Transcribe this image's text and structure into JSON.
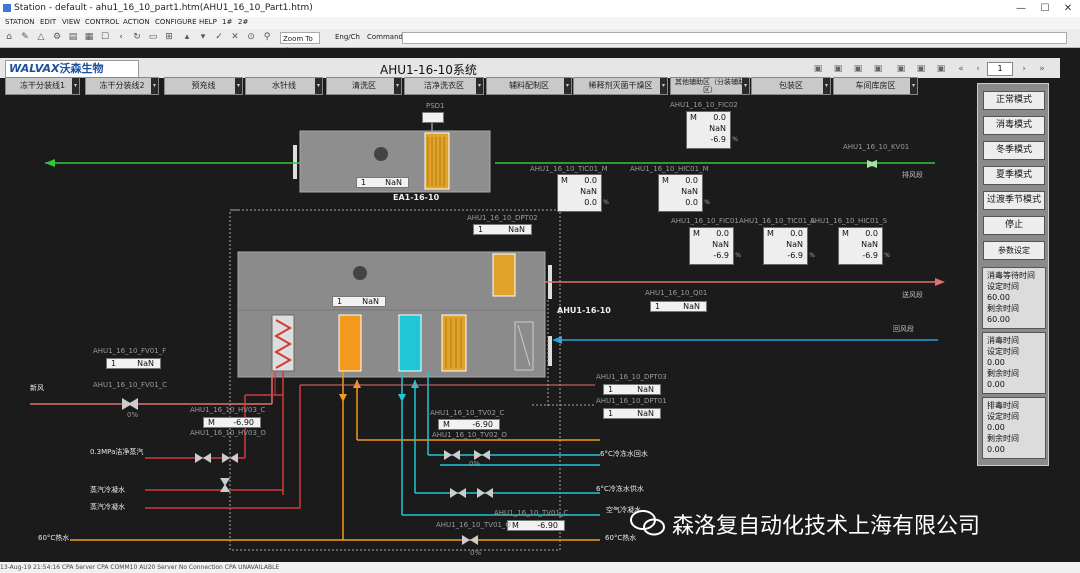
{
  "window": {
    "title": "Station - default - ahu1_16_10_part1.htm(AHU1_16_10_Part1.htm)",
    "min": "—",
    "max": "☐",
    "close": "✕"
  },
  "menu": [
    "STATION",
    "EDIT",
    "VIEW",
    "CONTROL",
    "ACTION",
    "CONFIGURE",
    "HELP",
    "1#",
    "2#"
  ],
  "toolbar": {
    "zoom": "Zoom To Fi",
    "lang": "Eng/Ch",
    "command_label": "Command"
  },
  "header": {
    "logo_en": "WALVAX",
    "logo_cn": "沃森生物",
    "title": "AHU1-16-10系统",
    "page": "1"
  },
  "tabs": [
    "冻干分装线1",
    "冻干分装线2",
    "预充线",
    "水针线",
    "清洗区",
    "洁净洗衣区",
    "辅料配制区",
    "稀释剂灭菌干燥区",
    "其他辅助区（分装辅助区）",
    "包装区",
    "车间库房区"
  ],
  "modes": [
    "正常模式",
    "消毒模式",
    "冬季模式",
    "夏季模式",
    "过渡季节模式",
    "停止",
    "参数设定"
  ],
  "timers": [
    {
      "title": "消毒等待时间",
      "set_label": "设定时间",
      "set": "60.00",
      "rem_label": "剩余时间",
      "rem": "60.00"
    },
    {
      "title": "消毒时间",
      "set_label": "设定时间",
      "set": "0.00",
      "rem_label": "剩余时间",
      "rem": "0.00"
    },
    {
      "title": "排毒时间",
      "set_label": "设定时间",
      "set": "0.00",
      "rem_label": "剩余时间",
      "rem": "0.00"
    }
  ],
  "diagram": {
    "ea_name": "EA1-16-10",
    "ahu_name": "AHU1-16-10",
    "psd1": "PSD1",
    "fic02": {
      "tag": "AHU1_16_10_FIC02",
      "m": "M",
      "v1": "0.0",
      "v2": "NaN",
      "v3": "-6.9",
      "pct": "%"
    },
    "kv01": "AHU1_16_10_KV01",
    "tic01_m": {
      "tag": "AHU1_16_10_TIC01_M",
      "m": "M",
      "v1": "0.0",
      "v2": "NaN",
      "v3": "0.0",
      "pct": "%"
    },
    "hic01_m": {
      "tag": "AHU1_16_10_HIC01_M",
      "m": "M",
      "v1": "0.0",
      "v2": "NaN",
      "v3": "0.0",
      "pct": "%"
    },
    "dpt02": {
      "tag": "AHU1_16_10_DPT02",
      "n": "1",
      "v": "NaN"
    },
    "fic01": {
      "tag": "AHU1_16_10_FIC01",
      "m": "M",
      "v1": "0.0",
      "v2": "NaN",
      "v3": "-6.9",
      "pct": "%"
    },
    "tic01_s": {
      "tag": "AHU1_16_10_TIC01_S",
      "m": "M",
      "v1": "0.0",
      "v2": "NaN",
      "v3": "-6.9",
      "pct": "%"
    },
    "hic01_s": {
      "tag": "AHU1_16_10_HIC01_S",
      "m": "M",
      "v1": "0.0",
      "v2": "NaN",
      "v3": "-6.9",
      "pct": "%"
    },
    "ea_fan": {
      "n": "1",
      "v": "NaN"
    },
    "ahu_fan": {
      "n": "1",
      "v": "NaN"
    },
    "q01": {
      "tag": "AHU1_16_10_Q01",
      "n": "1",
      "v": "NaN"
    },
    "fv01_f": {
      "tag": "AHU1_16_10_FV01_F",
      "n": "1",
      "v": "NaN"
    },
    "fv01_c": "AHU1_16_10_FV01_C",
    "fv_pct": "0%",
    "hv03_c": {
      "tag": "AHU1_16_10_HV03_C",
      "m": "M",
      "v": "-6.90"
    },
    "hv03_o": "AHU1_16_10_HV03_O",
    "tv02_c": {
      "tag": "AHU1_16_10_TV02_C",
      "m": "M",
      "v": "-6.90"
    },
    "tv02_o": "AHU1_16_10_TV02_O",
    "tv01_c": {
      "tag": "AHU1_16_10_TV01_C",
      "m": "M",
      "v": "-6.90"
    },
    "tv01_o": "AHU1_16_10_TV01_O",
    "dpt03": {
      "tag": "AHU1_16_10_DPT03",
      "n": "1",
      "v": "NaN"
    },
    "dpt01": {
      "tag": "AHU1_16_10_DPT01",
      "n": "1",
      "v": "NaN"
    },
    "pct0": "0%",
    "exhaust": "排风段",
    "supply": "送风段",
    "return": "回风段",
    "fresh": "新风",
    "steam": "0.3MPa洁净蒸汽",
    "cond1": "蒸汽冷凝水",
    "cond2": "蒸汽冷凝水",
    "chw_ret": "6°C冷冻水回水",
    "chw_sup": "6°C冷冻水供水",
    "air": "空气冷凝水",
    "hw60_l": "60°C热水",
    "hw60_r": "60°C热水"
  },
  "watermark": "森洛复自动化技术上海有限公司",
  "status": "13-Aug-19 21:54:16  CPA Server  CPA  COMM10  AU20 Server  No Connection  CPA  UNAVAILABLE",
  "colors": {
    "green": "#35c73a",
    "red": "#d23a3a",
    "cyan": "#1ec6d6",
    "orange": "#f39a1d",
    "pink": "#e27070",
    "blue": "#2aa0e0"
  }
}
